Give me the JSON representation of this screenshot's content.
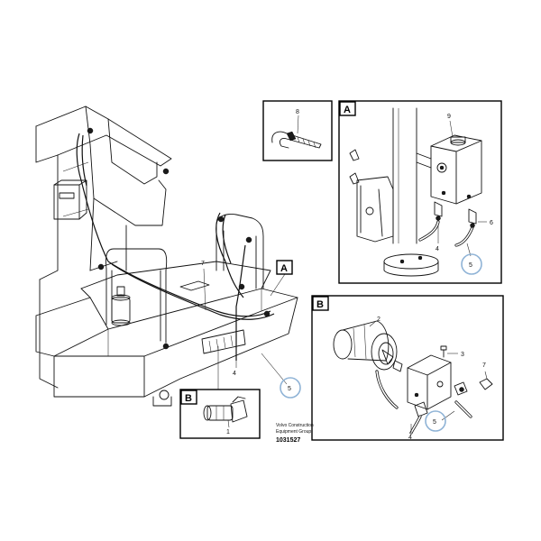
{
  "colors": {
    "highlight_circle": "#8fb3d6",
    "line": "#111111"
  },
  "views": {
    "main": {
      "labels": {
        "p7": "7",
        "p4": "4",
        "p5": "5"
      },
      "ref_a": "A"
    },
    "strap": {
      "label": "8"
    },
    "a": {
      "caption": "A",
      "labels": {
        "p9": "9",
        "p6": "6",
        "p4": "4",
        "p5": "5"
      }
    },
    "b": {
      "caption": "B",
      "labels": {
        "p2": "2",
        "p3": "3",
        "p7": "7",
        "p5": "5",
        "p4": "4"
      }
    },
    "b_small": {
      "caption": "B",
      "label": "1"
    }
  },
  "footer": {
    "source_line1": "Volvo Construction",
    "source_line2": "Equipment Group",
    "doc_number": "1031527"
  }
}
